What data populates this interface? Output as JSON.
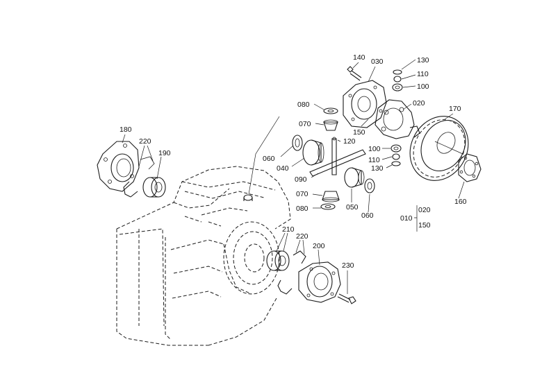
{
  "diagram": {
    "labels": {
      "p140": "140",
      "p030": "030",
      "p130_top": "130",
      "p110_top": "110",
      "p100_top": "100",
      "p080_top": "080",
      "p020": "020",
      "p170": "170",
      "p070_top": "070",
      "p150": "150",
      "p120": "120",
      "p060_left": "060",
      "p040": "040",
      "p100_mid": "100",
      "p110_mid": "110",
      "p130_mid": "130",
      "p090": "090",
      "p070_bot": "070",
      "p080_bot": "080",
      "p050": "050",
      "p060_right": "060",
      "p160": "160",
      "p180": "180",
      "p220_left": "220",
      "p190": "190",
      "p210": "210",
      "p220_right": "220",
      "p200": "200",
      "p230": "230",
      "p010": "010",
      "p020_grp": "020",
      "p150_grp": "150"
    }
  }
}
